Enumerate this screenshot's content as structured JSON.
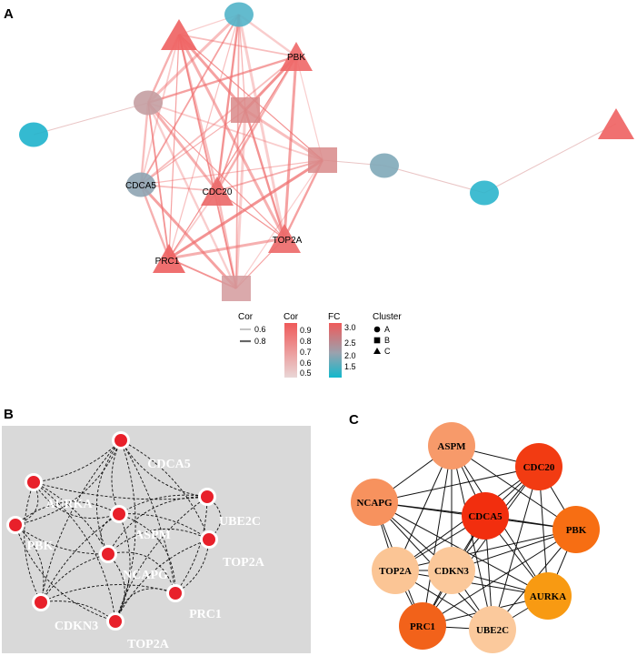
{
  "panels": {
    "a": {
      "letter": "A",
      "nodes": [
        {
          "id": "a1",
          "label": "",
          "shape": "triangle",
          "color": "#ef6464"
        },
        {
          "id": "a2",
          "label": "",
          "shape": "circle",
          "color": "#52b4c9"
        },
        {
          "id": "a3",
          "label": "PBK",
          "shape": "triangle",
          "color": "#ef6a6a"
        },
        {
          "id": "a4",
          "label": "",
          "shape": "circle",
          "color": "#c49ea2"
        },
        {
          "id": "a5",
          "label": "",
          "shape": "square",
          "color": "#d98a8a"
        },
        {
          "id": "a6",
          "label": "",
          "shape": "circle",
          "color": "#1eb2cc"
        },
        {
          "id": "a7",
          "label": "",
          "shape": "square",
          "color": "#d88a8a"
        },
        {
          "id": "a8",
          "label": "",
          "shape": "circle",
          "color": "#7fa8b8"
        },
        {
          "id": "a9",
          "label": "",
          "shape": "triangle",
          "color": "#ef6464"
        },
        {
          "id": "a10",
          "label": "CDCA5",
          "shape": "circle",
          "color": "#8ea4b2"
        },
        {
          "id": "a11",
          "label": "CDC20",
          "shape": "triangle",
          "color": "#ec6b6b"
        },
        {
          "id": "a12",
          "label": "",
          "shape": "circle",
          "color": "#2bb5cc"
        },
        {
          "id": "a13",
          "label": "TOP2A",
          "shape": "triangle",
          "color": "#ed6b6b"
        },
        {
          "id": "a14",
          "label": "PRC1",
          "shape": "triangle",
          "color": "#ee6363"
        },
        {
          "id": "a15",
          "label": "",
          "shape": "square",
          "color": "#d49a9c"
        }
      ],
      "legend": {
        "cor_size": {
          "title": "Cor",
          "items": [
            "0.6",
            "0.8"
          ]
        },
        "cor_color": {
          "title": "Cor",
          "ticks": [
            "0.9",
            "0.8",
            "0.7",
            "0.6",
            "0.5"
          ]
        },
        "fc": {
          "title": "FC",
          "ticks": [
            "3.0",
            "2.5",
            "2.0",
            "1.5"
          ]
        },
        "cluster": {
          "title": "Cluster",
          "items": [
            {
              "label": "A",
              "shape": "circle"
            },
            {
              "label": "B",
              "shape": "square"
            },
            {
              "label": "C",
              "shape": "triangle"
            }
          ]
        }
      }
    },
    "b": {
      "letter": "B",
      "background": "#d9d9d9",
      "node_color": "#e8202a",
      "labels": [
        "CDCA5",
        "AURKA",
        "UBE2C",
        "PBK",
        "ASPM",
        "TOP2A",
        "NCAPG",
        "PRC1",
        "CDKN3",
        "TOP2A"
      ]
    },
    "c": {
      "letter": "C",
      "nodes": [
        {
          "label": "ASPM",
          "color": "#f79a6a"
        },
        {
          "label": "CDC20",
          "color": "#f23b12"
        },
        {
          "label": "NCAPG",
          "color": "#f7925e"
        },
        {
          "label": "CDCA5",
          "color": "#f22e0e"
        },
        {
          "label": "PBK",
          "color": "#f76e13"
        },
        {
          "label": "TOP2A",
          "color": "#fbc595"
        },
        {
          "label": "CDKN3",
          "color": "#fbc89a"
        },
        {
          "label": "AURKA",
          "color": "#f89a12"
        },
        {
          "label": "PRC1",
          "color": "#f2621a"
        },
        {
          "label": "UBE2C",
          "color": "#fbc99c"
        }
      ]
    }
  }
}
